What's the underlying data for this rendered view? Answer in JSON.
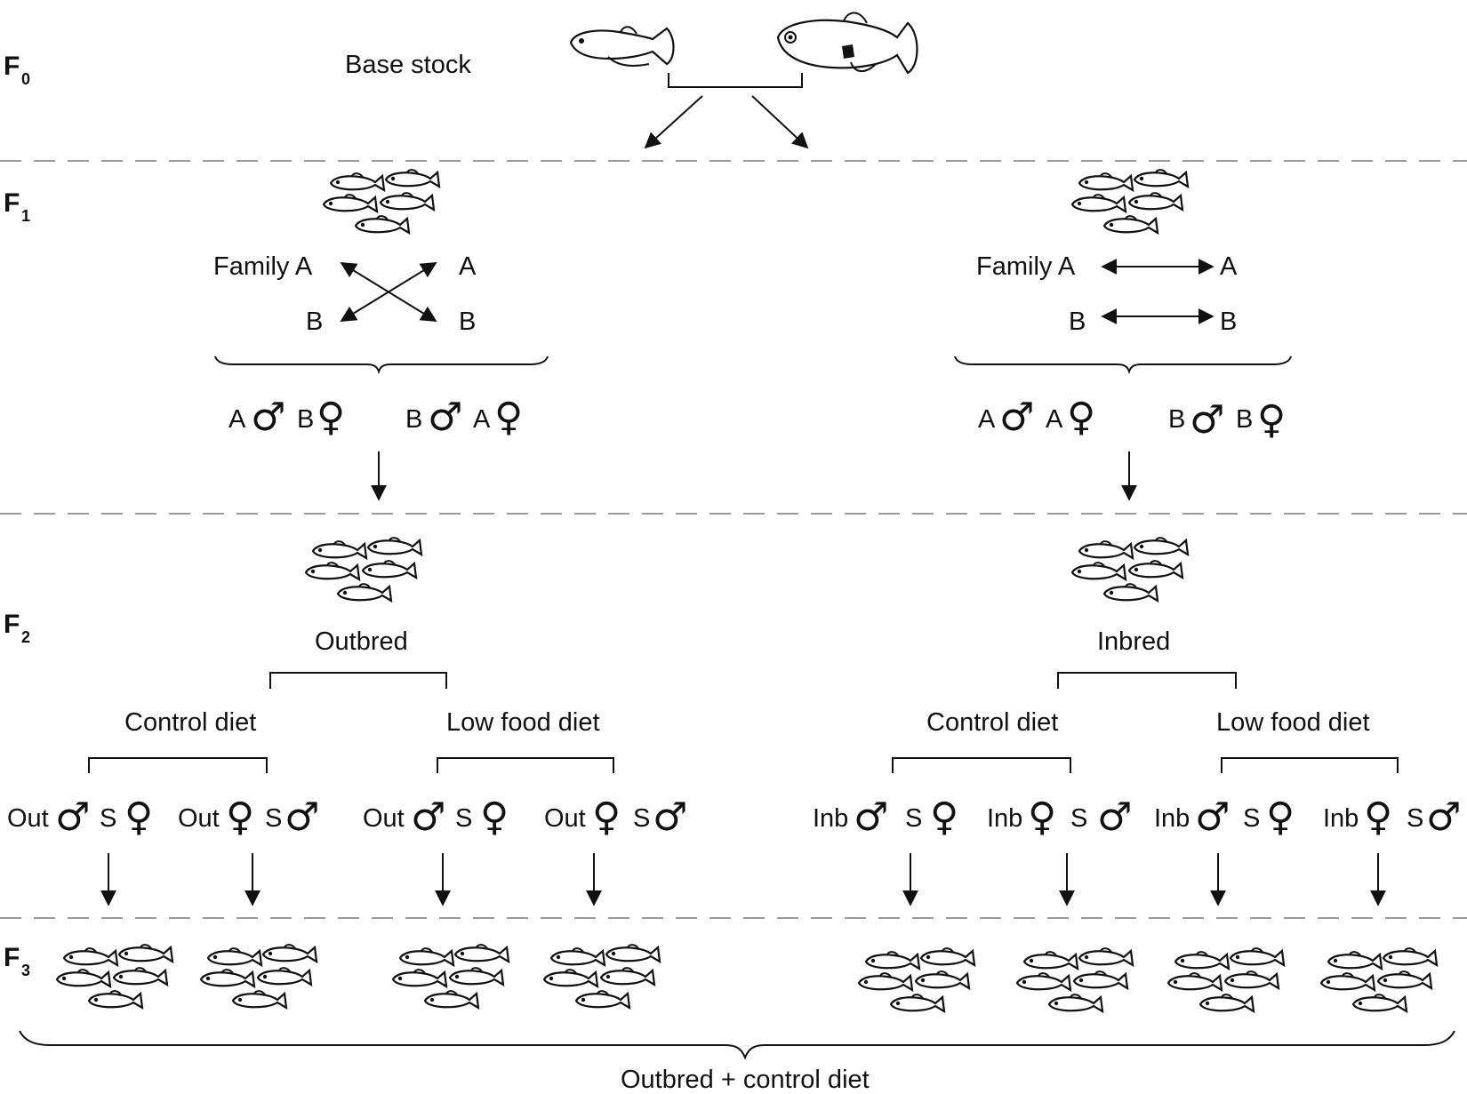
{
  "generations": {
    "f0": {
      "main": "F",
      "sub": "0"
    },
    "f1": {
      "main": "F",
      "sub": "1"
    },
    "f2": {
      "main": "F",
      "sub": "2"
    },
    "f3": {
      "main": "F",
      "sub": "3"
    }
  },
  "base_stock": "Base stock",
  "left": {
    "family_a": "Family A",
    "a": "A",
    "b_left": "B",
    "b_right": "B",
    "cross1": [
      {
        "t": "A",
        "s": "♂"
      },
      {
        "t": "B",
        "s": "♀"
      }
    ],
    "cross2": [
      {
        "t": "B",
        "s": "♂"
      },
      {
        "t": "A",
        "s": "♀"
      }
    ],
    "group": "Outbred",
    "diet_control": "Control diet",
    "diet_low": "Low food diet",
    "crosses": [
      [
        {
          "t": "Out",
          "s": "♂"
        },
        {
          "t": "S",
          "s": "♀"
        }
      ],
      [
        {
          "t": "Out",
          "s": "♀"
        },
        {
          "t": "S",
          "s": "♂"
        }
      ],
      [
        {
          "t": "Out",
          "s": "♂"
        },
        {
          "t": "S",
          "s": "♀"
        }
      ],
      [
        {
          "t": "Out",
          "s": "♀"
        },
        {
          "t": "S",
          "s": "♂"
        }
      ]
    ]
  },
  "right": {
    "family_a": "Family A",
    "a": "A",
    "b_left": "B",
    "b_right": "B",
    "cross1": [
      {
        "t": "A",
        "s": "♂"
      },
      {
        "t": "A",
        "s": "♀"
      }
    ],
    "cross2": [
      {
        "t": "B",
        "s": "♂"
      },
      {
        "t": "B",
        "s": "♀"
      }
    ],
    "group": "Inbred",
    "diet_control": "Control diet",
    "diet_low": "Low food diet",
    "crosses": [
      [
        {
          "t": "Inb",
          "s": "♂"
        },
        {
          "t": "S",
          "s": "♀"
        }
      ],
      [
        {
          "t": "Inb",
          "s": "♀"
        },
        {
          "t": "S",
          "s": "♂"
        }
      ],
      [
        {
          "t": "Inb",
          "s": "♂"
        },
        {
          "t": "S",
          "s": "♀"
        }
      ],
      [
        {
          "t": "Inb",
          "s": "♀"
        },
        {
          "t": "S",
          "s": "♂"
        }
      ]
    ]
  },
  "bottom_label": "Outbred + control diet"
}
